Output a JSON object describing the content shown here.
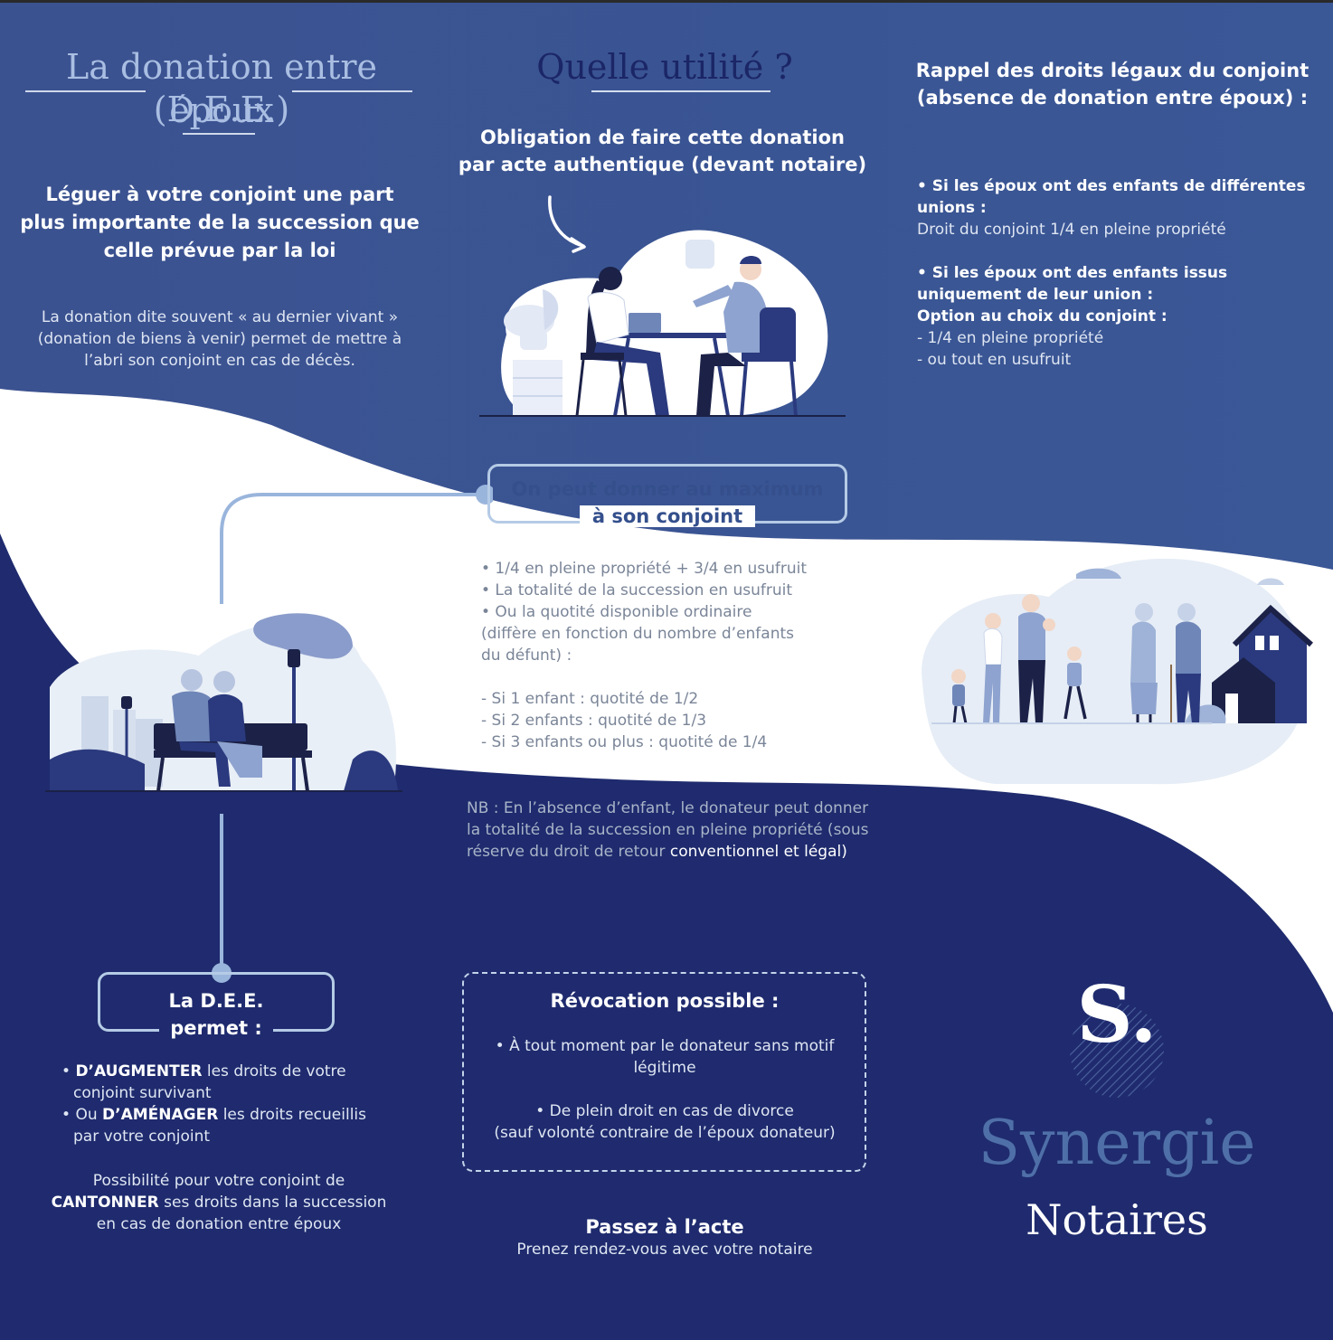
{
  "left": {
    "title_line1": "La donation entre époux",
    "title_line2": "(D.E.E.)",
    "headline": "Léguer à votre conjoint une part plus importante de la succession que celle prévue par la loi",
    "paragraph": "La donation dite souvent « au dernier vivant » (donation de biens à venir) permet de mettre à l’abri son conjoint en cas de décès."
  },
  "center": {
    "title": "Quelle utilité ?",
    "headline_line1": "Obligation de faire cette donation",
    "headline_line2": "par acte authentique (devant notaire)"
  },
  "right": {
    "title_line1": "Rappel des droits légaux du conjoint",
    "title_line2": "(absence de donation entre époux) :",
    "case1_bold": "• Si les époux ont des enfants de différentes unions :",
    "case1_text": "Droit du conjoint 1/4 en pleine propriété",
    "case2_bold": "• Si les époux ont des enfants issus uniquement de leur union :",
    "case2_option": "Option au choix du conjoint :",
    "case2_opt1": "- 1/4 en pleine propriété",
    "case2_opt2": "- ou tout en usufruit"
  },
  "maximum": {
    "box_line1": "On peut donner au maximum",
    "box_line2": "à son conjoint",
    "bullets": [
      "• 1/4 en pleine propriété + 3/4 en usufruit",
      "• La totalité de la succession en usufruit",
      "• Ou la quotité disponible ordinaire",
      "(diffère en fonction du nombre d’enfants",
      "du défunt) :"
    ],
    "quotites": [
      "- Si 1 enfant : quotité de 1/2",
      "- Si 2 enfants : quotité de 1/3",
      "- Si 3 enfants ou plus : quotité de 1/4"
    ],
    "nb_line1": "NB : En l’absence d’enfant, le donateur peut donner",
    "nb_line2": "la totalité de la succession en pleine propriété (sous",
    "nb_line3_a": "réserve du droit de retour ",
    "nb_line3_b": "conventionnel et légal)"
  },
  "permet": {
    "box_line1": "La D.E.E.",
    "box_line2": "permet :",
    "item1_bold": "D’AUGMENTER",
    "item1_rest": " les droits de votre",
    "item1_line2": "conjoint survivant",
    "item2_prefix": "Ou ",
    "item2_bold": "D’AMÉNAGER",
    "item2_rest": " les droits recueillis",
    "item2_line2": "par votre conjoint",
    "cantonner_line1": "Possibilité pour votre conjoint de",
    "cantonner_bold": "CANTONNER",
    "cantonner_rest": " ses droits dans la succession",
    "cantonner_line3": "en cas de donation entre époux"
  },
  "revocation": {
    "title": "Révocation possible :",
    "item1_line1": "• À tout moment par le donateur sans motif",
    "item1_line2": "légitime",
    "item2_line1": "• De plein droit en cas de divorce",
    "item2_line2": "(sauf volonté contraire de l’époux donateur)"
  },
  "cta": {
    "title": "Passez à l’acte",
    "subtitle": "Prenez rendez-vous avec votre notaire"
  },
  "brand": {
    "monogram": "S.",
    "name": "Synergie",
    "sub": "Notaires"
  },
  "colors": {
    "top_blue": "#344f8c",
    "bottom_navy": "#1f2b6e",
    "accent_light": "#b5cbe6",
    "brand_blue": "#4f6fa8"
  }
}
